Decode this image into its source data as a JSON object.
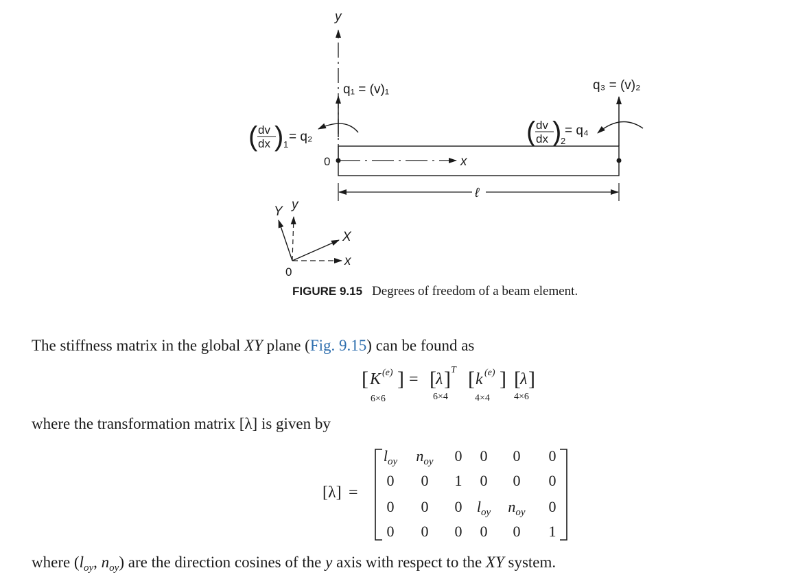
{
  "figure": {
    "label": "FIGURE 9.15",
    "caption": "Degrees of freedom of a beam element.",
    "axis_y": "y",
    "axis_x": "x",
    "origin": "0",
    "q1": "q₁ = (v)₁",
    "q3": "q₃ = (v)₂",
    "q2_dv": "dv",
    "q2_dx": "dx",
    "q2_sub": "1",
    "q2_rhs": "= q₂",
    "q4_dv": "dv",
    "q4_dx": "dx",
    "q4_sub": "2",
    "q4_rhs": "= q₄",
    "length": "ℓ",
    "global_Y": "Y",
    "global_y": "y",
    "global_X": "X",
    "global_x": "x",
    "global_origin": "0"
  },
  "text": {
    "line1_pre": "The stiffness matrix in the global ",
    "line1_XY": "XY",
    "line1_mid": " plane (",
    "line1_ref": "Fig. 9.15",
    "line1_post": ") can be found as",
    "line2": "where the transformation matrix [λ] is given by",
    "line3_pre": "where (",
    "line3_l": "l",
    "line3_lsub": "oy",
    "line3_comma": ", ",
    "line3_n": "n",
    "line3_nsub": "oy",
    "line3_mid": ") are the direction cosines of the ",
    "line3_y": "y",
    "line3_mid2": " axis with respect to the ",
    "line3_XY": "XY",
    "line3_post": " system."
  },
  "equation1": {
    "K": "K",
    "e": "(e)",
    "eq": "=",
    "lambda": "λ",
    "T": "T",
    "k": "k",
    "d1": "6×6",
    "d2": "6×4",
    "d3": "4×4",
    "d4": "4×6"
  },
  "equation2": {
    "lhs": "[λ]",
    "eq": "=",
    "rows": [
      [
        "l_oy",
        "n_oy",
        "0",
        "0",
        "0",
        "0"
      ],
      [
        "0",
        "0",
        "1",
        "0",
        "0",
        "0"
      ],
      [
        "0",
        "0",
        "0",
        "l_oy",
        "n_oy",
        "0"
      ],
      [
        "0",
        "0",
        "0",
        "0",
        "0",
        "1"
      ]
    ]
  }
}
